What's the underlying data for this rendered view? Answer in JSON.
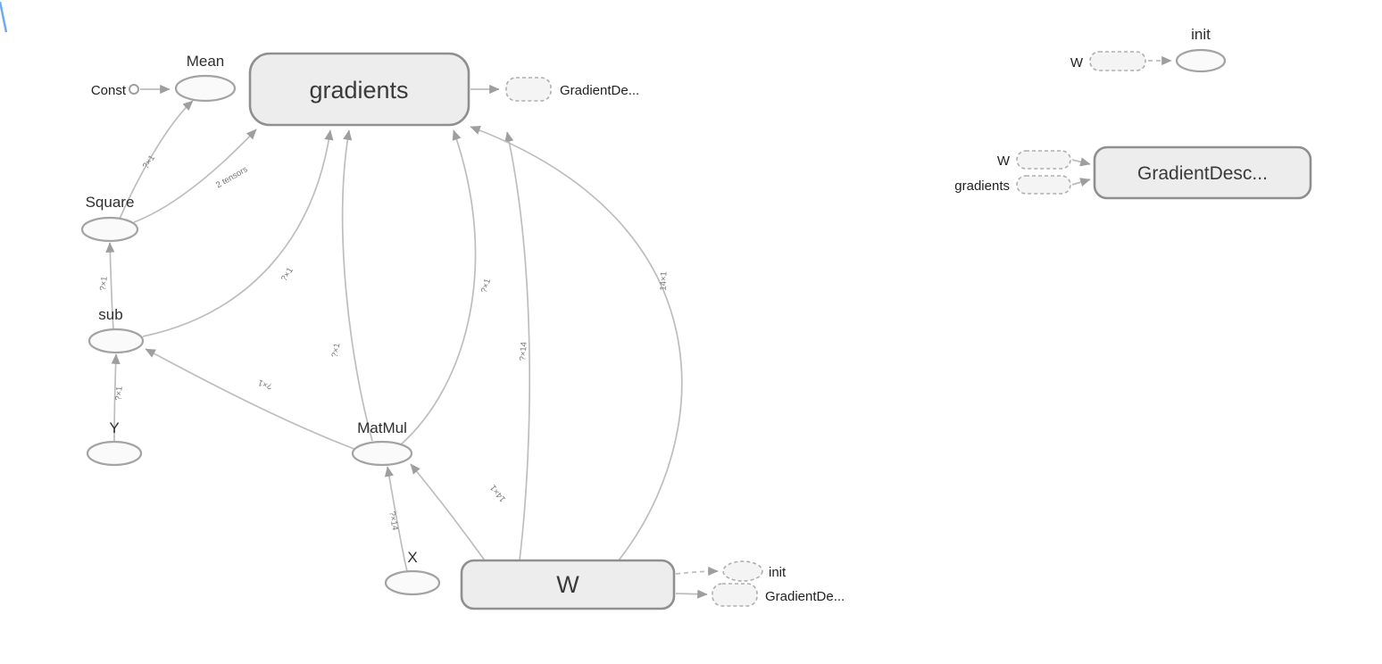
{
  "main_graph": {
    "nodes": {
      "const": {
        "label": "Const"
      },
      "mean": {
        "label": "Mean"
      },
      "gradients": {
        "label": "gradients"
      },
      "square": {
        "label": "Square"
      },
      "sub": {
        "label": "sub"
      },
      "y": {
        "label": "Y"
      },
      "matmul": {
        "label": "MatMul"
      },
      "x": {
        "label": "X"
      },
      "w": {
        "label": "W"
      }
    },
    "proxies": {
      "gradients_to_gd": {
        "label": "GradientDe..."
      },
      "w_to_init": {
        "label": "init"
      },
      "w_to_gd": {
        "label": "GradientDe..."
      }
    },
    "edge_labels": {
      "square_to_mean": "?×1",
      "square_to_gradients": "2 tensors",
      "sub_to_square": "?×1",
      "y_to_sub": "?×1",
      "matmul_to_sub": "?×1",
      "x_to_matmul": "?×14",
      "w_to_matmul": "14×1",
      "sub_to_gradients": "?×1",
      "matmul_to_gradients_a": "?×1",
      "matmul_to_gradients_b": "?×1",
      "w_to_gradients_a": "?×14",
      "w_to_gradients_b": "14×1"
    }
  },
  "init_subgraph": {
    "node_label": "init",
    "input_label": "W"
  },
  "gd_subgraph": {
    "node_label": "GradientDesc...",
    "inputs": {
      "w": "W",
      "gradients": "gradients"
    }
  },
  "colors": {
    "namespace_fill": "#ededed",
    "namespace_stroke": "#8f8f8f",
    "op_fill": "#fafafa",
    "op_stroke": "#a3a3a3",
    "edge": "#bdbdbd",
    "text": "#2f2f2f",
    "edge_label": "#767676"
  }
}
